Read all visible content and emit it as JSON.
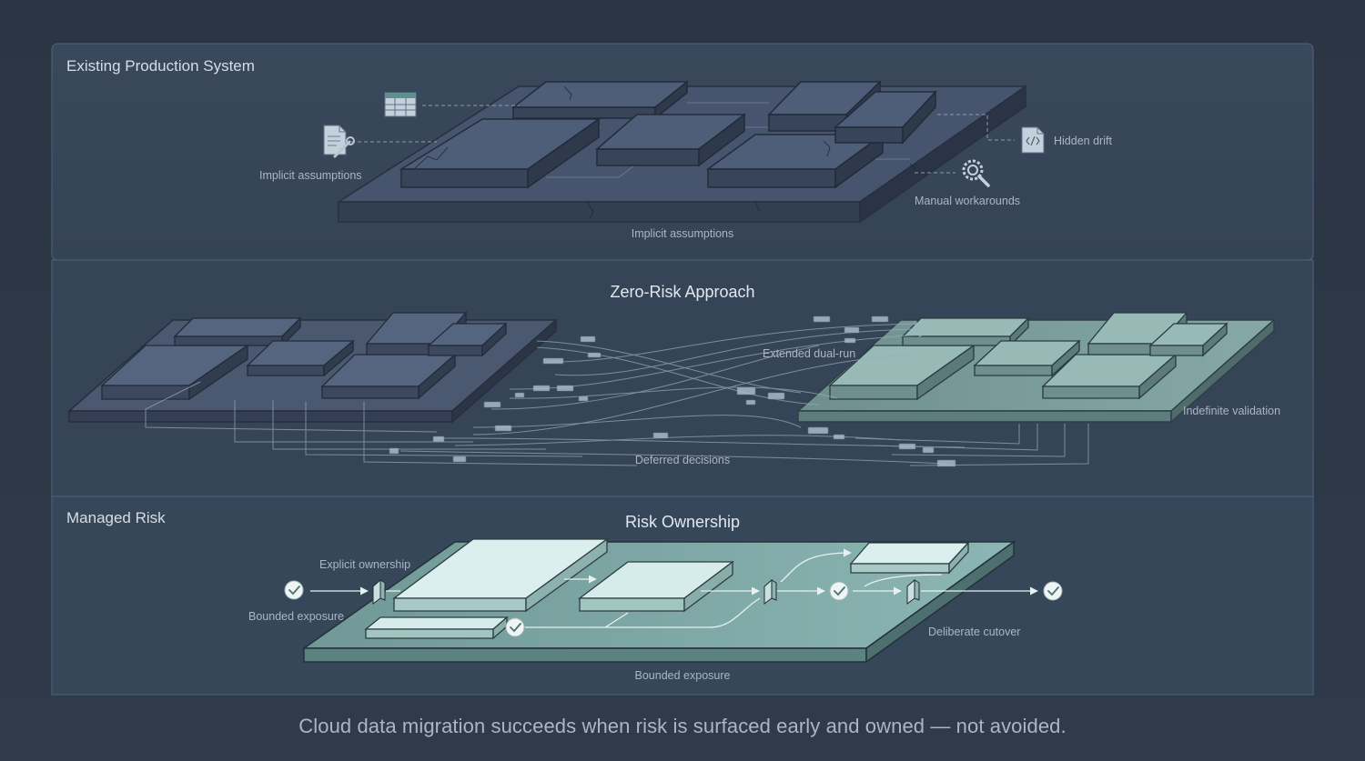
{
  "panels": {
    "existing": {
      "title": "Existing Production System",
      "labels": {
        "left": "Implicit assumptions",
        "bottom": "Implicit assumptions",
        "right_top": "Hidden drift",
        "right_bottom": "Manual workarounds"
      }
    },
    "zero_risk": {
      "title": "Zero-Risk Approach",
      "labels": {
        "dual_run": "Extended dual-run",
        "validation": "Indefinite validation",
        "deferred": "Deferred decisions"
      }
    },
    "managed": {
      "title": "Managed Risk",
      "subtitle": "Risk Ownership",
      "labels": {
        "ownership": "Explicit ownership",
        "exposure_left": "Bounded exposure",
        "exposure_bottom": "Bounded exposure",
        "cutover": "Deliberate cutover"
      }
    }
  },
  "caption": "Cloud data migration succeeds when risk is surfaced early and owned — not avoided.",
  "colors": {
    "background": "#2c3746",
    "panel": "#364458",
    "legacy_top": "#4b5a73",
    "legacy_side": "#323e52",
    "target_top": "#8eb3b0",
    "managed_top": "#c9e2e0",
    "managed_plate": "#7fa9a7"
  },
  "icons": [
    "table-icon",
    "document-wrench-icon",
    "code-file-icon",
    "gear-search-icon",
    "check-icon"
  ]
}
